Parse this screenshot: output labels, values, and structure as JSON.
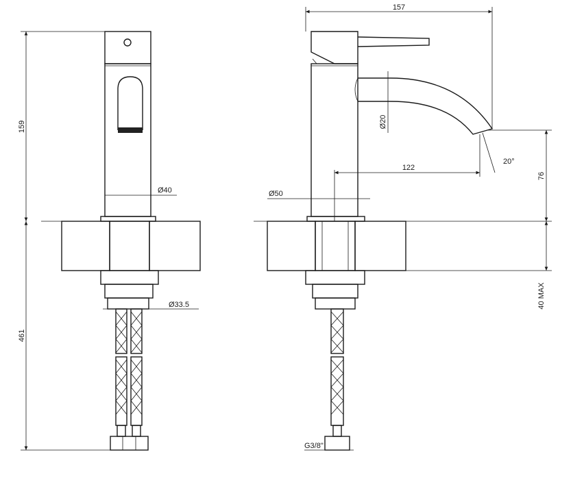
{
  "dimensions": {
    "height_upper": "159",
    "height_lower": "461",
    "body_diameter": "Ø40",
    "tube_diameter": "Ø33.5",
    "width_total": "157",
    "base_diameter": "Ø50",
    "spout_diameter": "Ø20",
    "spout_reach": "122",
    "spout_angle": "20°",
    "spout_height": "76",
    "deck_thickness": "40 MAX",
    "connection_thread": "G3/8\""
  }
}
